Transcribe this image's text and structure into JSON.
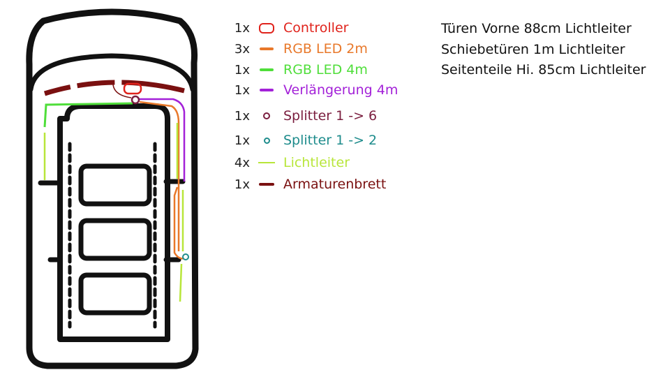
{
  "legend": [
    {
      "qty": "1x",
      "label": "Controller",
      "color": "#e0231c",
      "symbol": "pill"
    },
    {
      "qty": "3x",
      "label": "RGB LED 2m",
      "color": "#e8782a",
      "symbol": "line"
    },
    {
      "qty": "1x",
      "label": "RGB LED 4m",
      "color": "#4fde3a",
      "symbol": "line"
    },
    {
      "qty": "1x",
      "label": "Verlängerung 4m",
      "color": "#a321d8",
      "symbol": "line"
    },
    {
      "qty": "1x",
      "label": "Splitter 1 -> 6",
      "color": "#7a1d3e",
      "symbol": "circle"
    },
    {
      "qty": "1x",
      "label": "Splitter 1 -> 2",
      "color": "#1e8c8c",
      "symbol": "circle"
    },
    {
      "qty": "4x",
      "label": "Lichtleiter",
      "color": "#b8e63a",
      "symbol": "thinline"
    },
    {
      "qty": "1x",
      "label": "Armaturenbrett",
      "color": "#7a1010",
      "symbol": "line"
    }
  ],
  "notes": [
    "Türen Vorne 88cm Lichtleiter",
    "Schiebetüren 1m Lichtleiter",
    "Seitenteile Hi. 85cm Lichtleiter"
  ]
}
